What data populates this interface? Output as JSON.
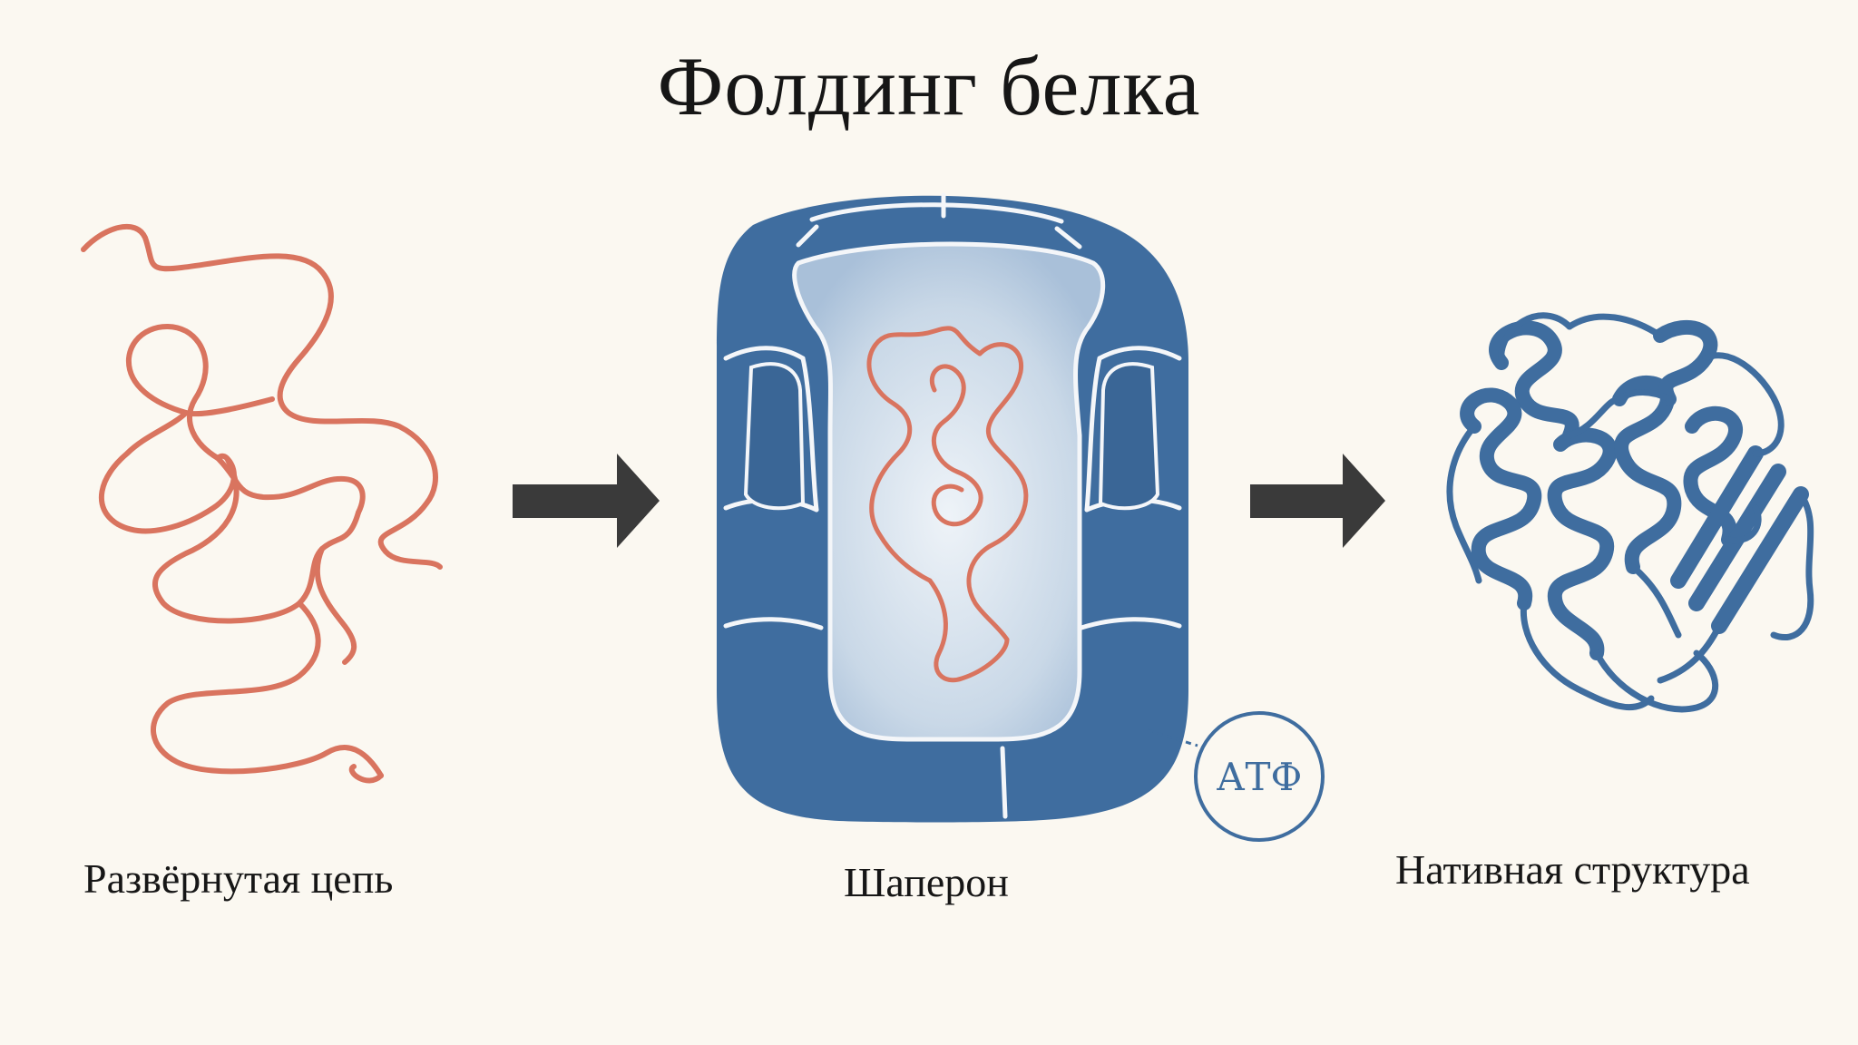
{
  "title": "Фолдинг белка",
  "stages": {
    "unfolded": {
      "label": "Развёрнутая цепь"
    },
    "chaperone": {
      "label": "Шаперон",
      "atp_label": "АТФ"
    },
    "native": {
      "label": "Нативная структура"
    }
  },
  "colors": {
    "background": "#fbf8f1",
    "chain": "#d9745f",
    "chaperone": "#3f6d9f",
    "arrow": "#3a3a3a"
  }
}
